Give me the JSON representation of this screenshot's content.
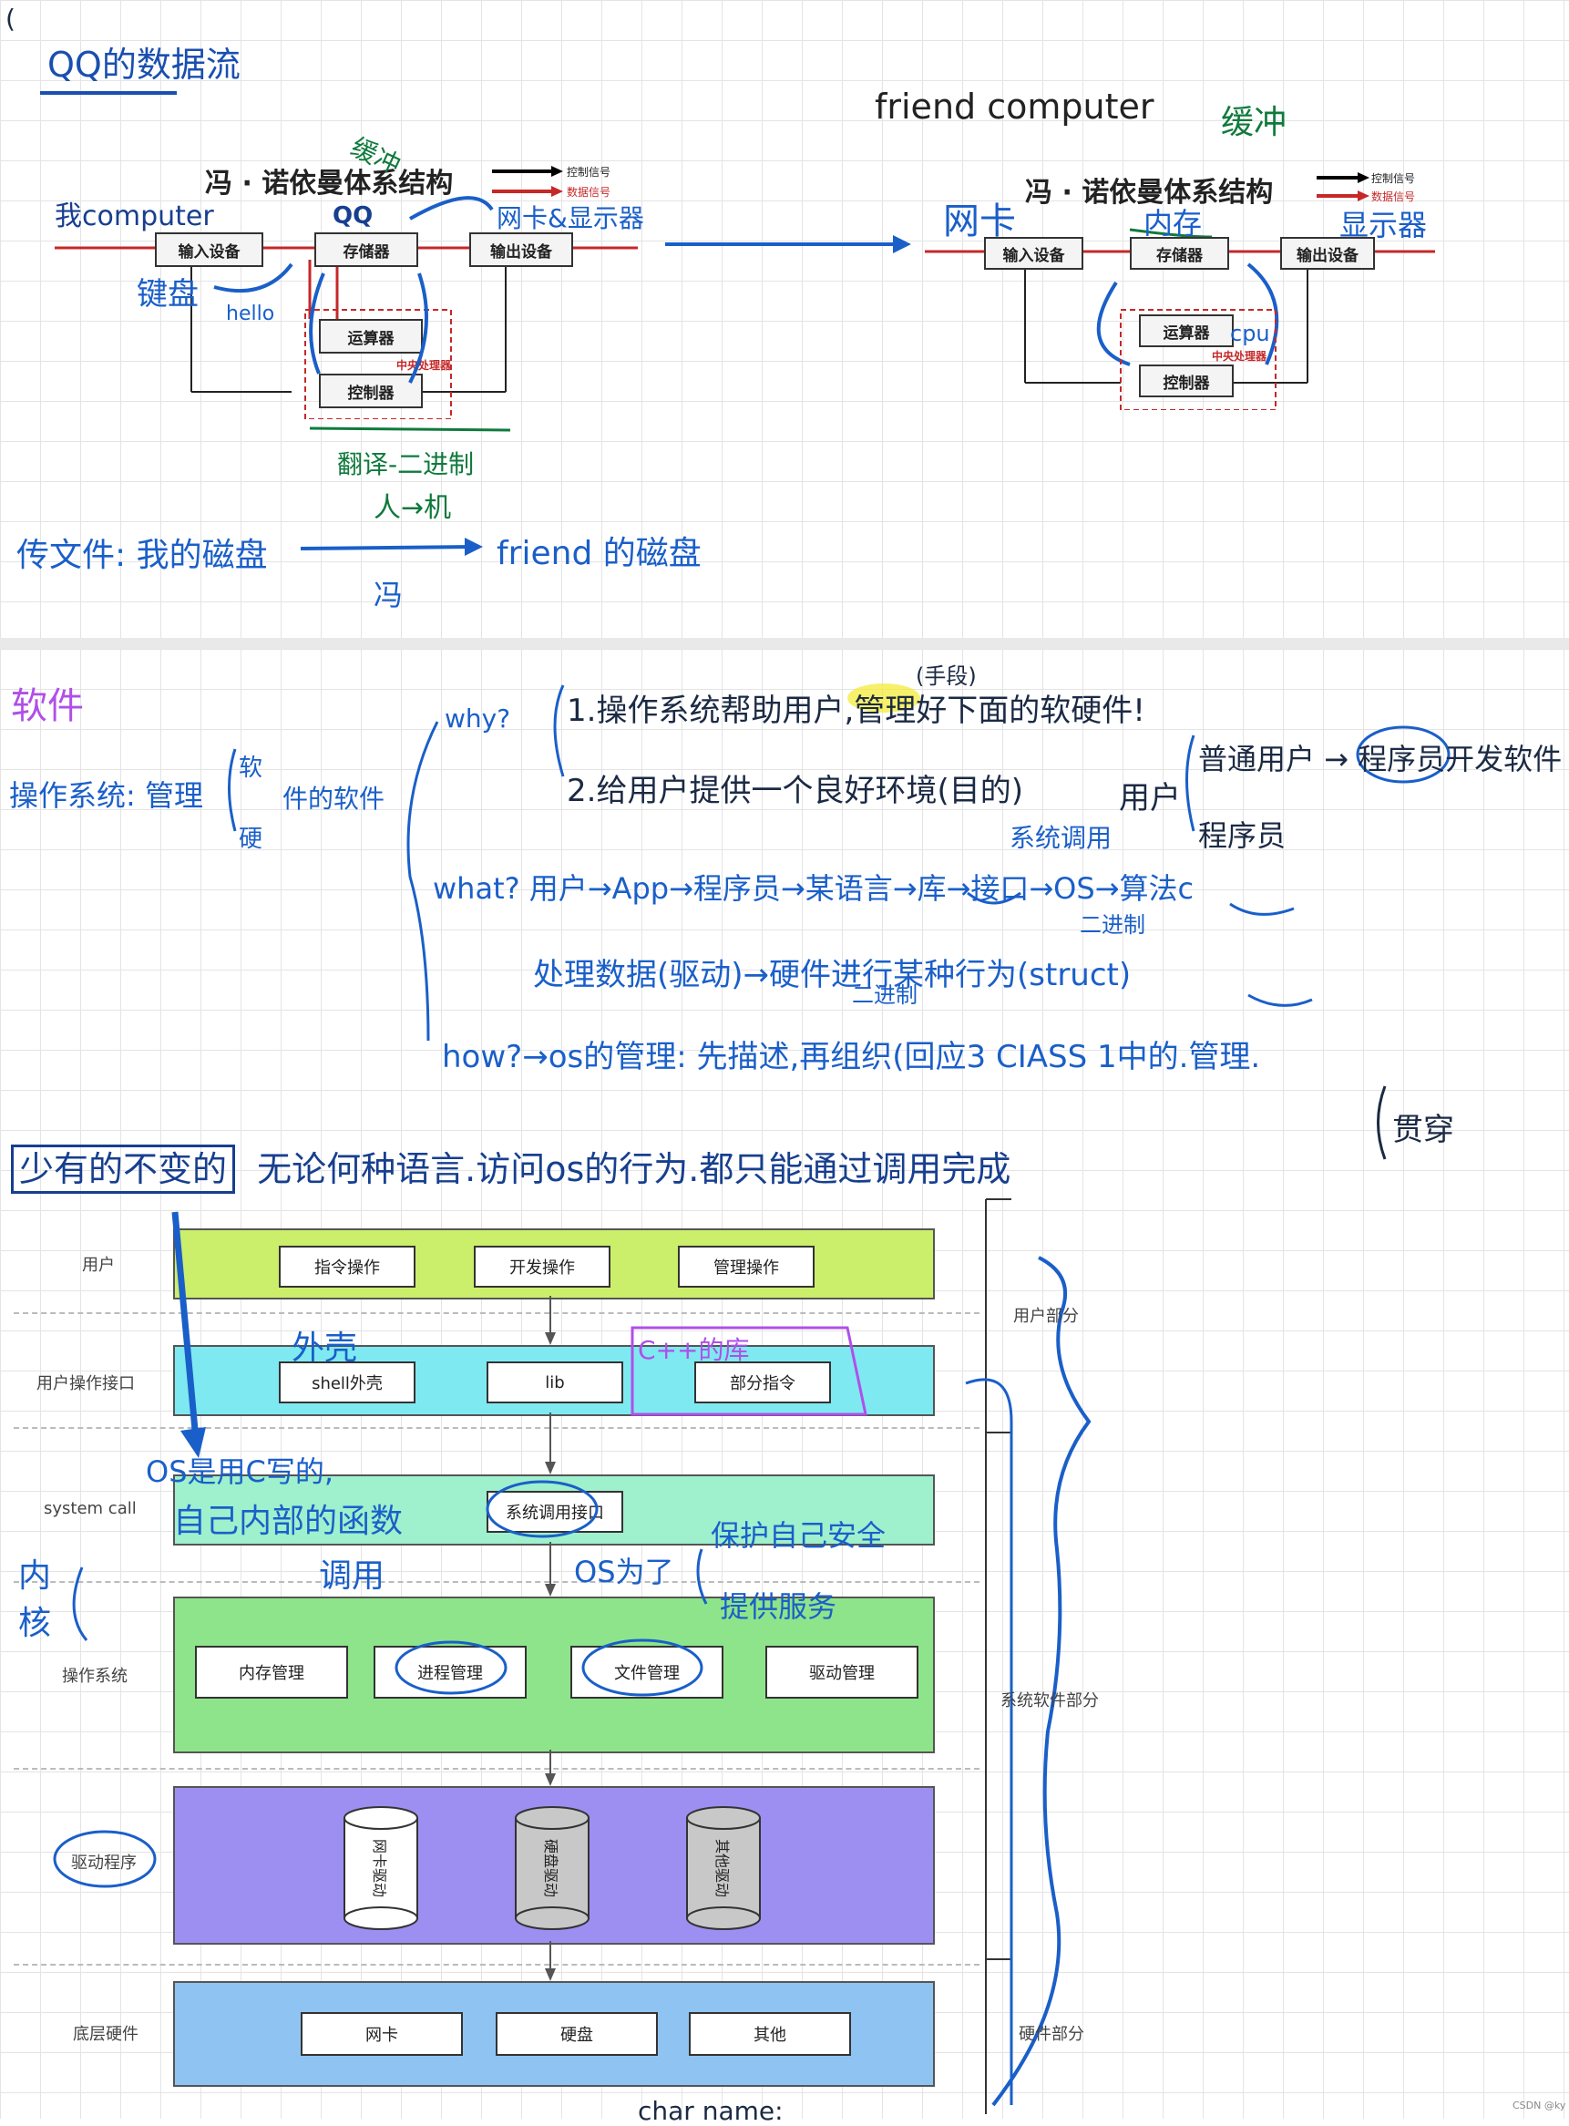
{
  "section1": {
    "heading": "QQ的数据流",
    "left_diagram": {
      "title": "冯 · 诺依曼体系结构",
      "legend_control": "控制信号",
      "legend_data": "数据信号",
      "input": "输入设备",
      "storage": "存储器",
      "output": "输出设备",
      "alu": "运算器",
      "cpu_label": "中央处理器",
      "control": "控制器",
      "note_my_computer": "我computer",
      "note_buffer": "缓冲",
      "note_qq": "QQ",
      "note_nic_display": "网卡&显示器",
      "note_keyboard": "键盘",
      "note_hello": "hello",
      "note_translate": "翻译-二进制",
      "note_human_machine": "人→机"
    },
    "right_diagram": {
      "title": "冯 · 诺依曼体系结构",
      "legend_control": "控制信号",
      "legend_data": "数据信号",
      "input": "输入设备",
      "storage": "存储器",
      "output": "输出设备",
      "alu": "运算器",
      "cpu_label": "中央处理器",
      "control": "控制器",
      "note_friend": "friend computer",
      "note_buffer": "缓冲",
      "note_nic": "网卡",
      "note_memory": "内存",
      "note_display": "显示器",
      "note_cpu": "cpu"
    },
    "file_transfer": {
      "left": "传文件: 我的磁盘",
      "right": "friend 的磁盘",
      "below": "冯"
    }
  },
  "section2": {
    "heading": "软件",
    "os_manage": "操作系统: 管理",
    "soft": "软",
    "hard": "硬",
    "soft_hard_ware": "件的软件",
    "why_label": "why?",
    "why_1": "1.操作系统帮助用户,管理好下面的软硬件!",
    "why_means": "(手段)",
    "why_2": "2.给用户提供一个良好环境(目的)",
    "user_label": "用户",
    "normal_user": "普通用户 → 程序员开发软件",
    "programmer": "程序员",
    "what_line": "what? 用户→App→程序员→某语言→库→接口→OS→算法c",
    "syscall_note": "系统调用",
    "binary_note": "二进制",
    "process_line": "处理数据(驱动)→硬件进行某种行为(struct)",
    "binary_note2": "二进制",
    "how_line": "how?→os的管理: 先描述,再组织(回应3 CIASS 1中的.管理.",
    "struct_note": "贯穿"
  },
  "section3": {
    "heading": "少有的不变的",
    "heading_rest": "无论何种语言.访问os的行为.都只能通过调用完成",
    "layers": {
      "user": {
        "side": "用户",
        "items": [
          "指令操作",
          "开发操作",
          "管理操作"
        ]
      },
      "uapi": {
        "side": "用户操作接口",
        "items": [
          "shell外壳",
          "lib",
          "部分指令"
        ]
      },
      "syscall": {
        "side": "system call",
        "item": "系统调用接口"
      },
      "os": {
        "side": "操作系统",
        "items": [
          "内存管理",
          "进程管理",
          "文件管理",
          "驱动管理"
        ]
      },
      "driver": {
        "side": "驱动程序",
        "items": [
          "网卡驱动",
          "硬盘驱动",
          "其他驱动"
        ]
      },
      "hw": {
        "side": "底层硬件",
        "items": [
          "网卡",
          "硬盘",
          "其他"
        ]
      }
    },
    "right_labels": {
      "user_part": "用户部分",
      "system_part": "系统软件部分",
      "hw_part": "硬件部分"
    },
    "annotations": {
      "shell_note": "外壳",
      "cpp_lib": "C++的库",
      "os_written_c": "OS是用C写的,",
      "internal_func": "自己内部的函数",
      "call": "调用",
      "kernel": "内核",
      "os_for": "OS为了",
      "protect_self": "保护自己安全",
      "provide_service": "提供服务",
      "bottom_cut": "char name:"
    },
    "watermark": "CSDN @ky"
  }
}
